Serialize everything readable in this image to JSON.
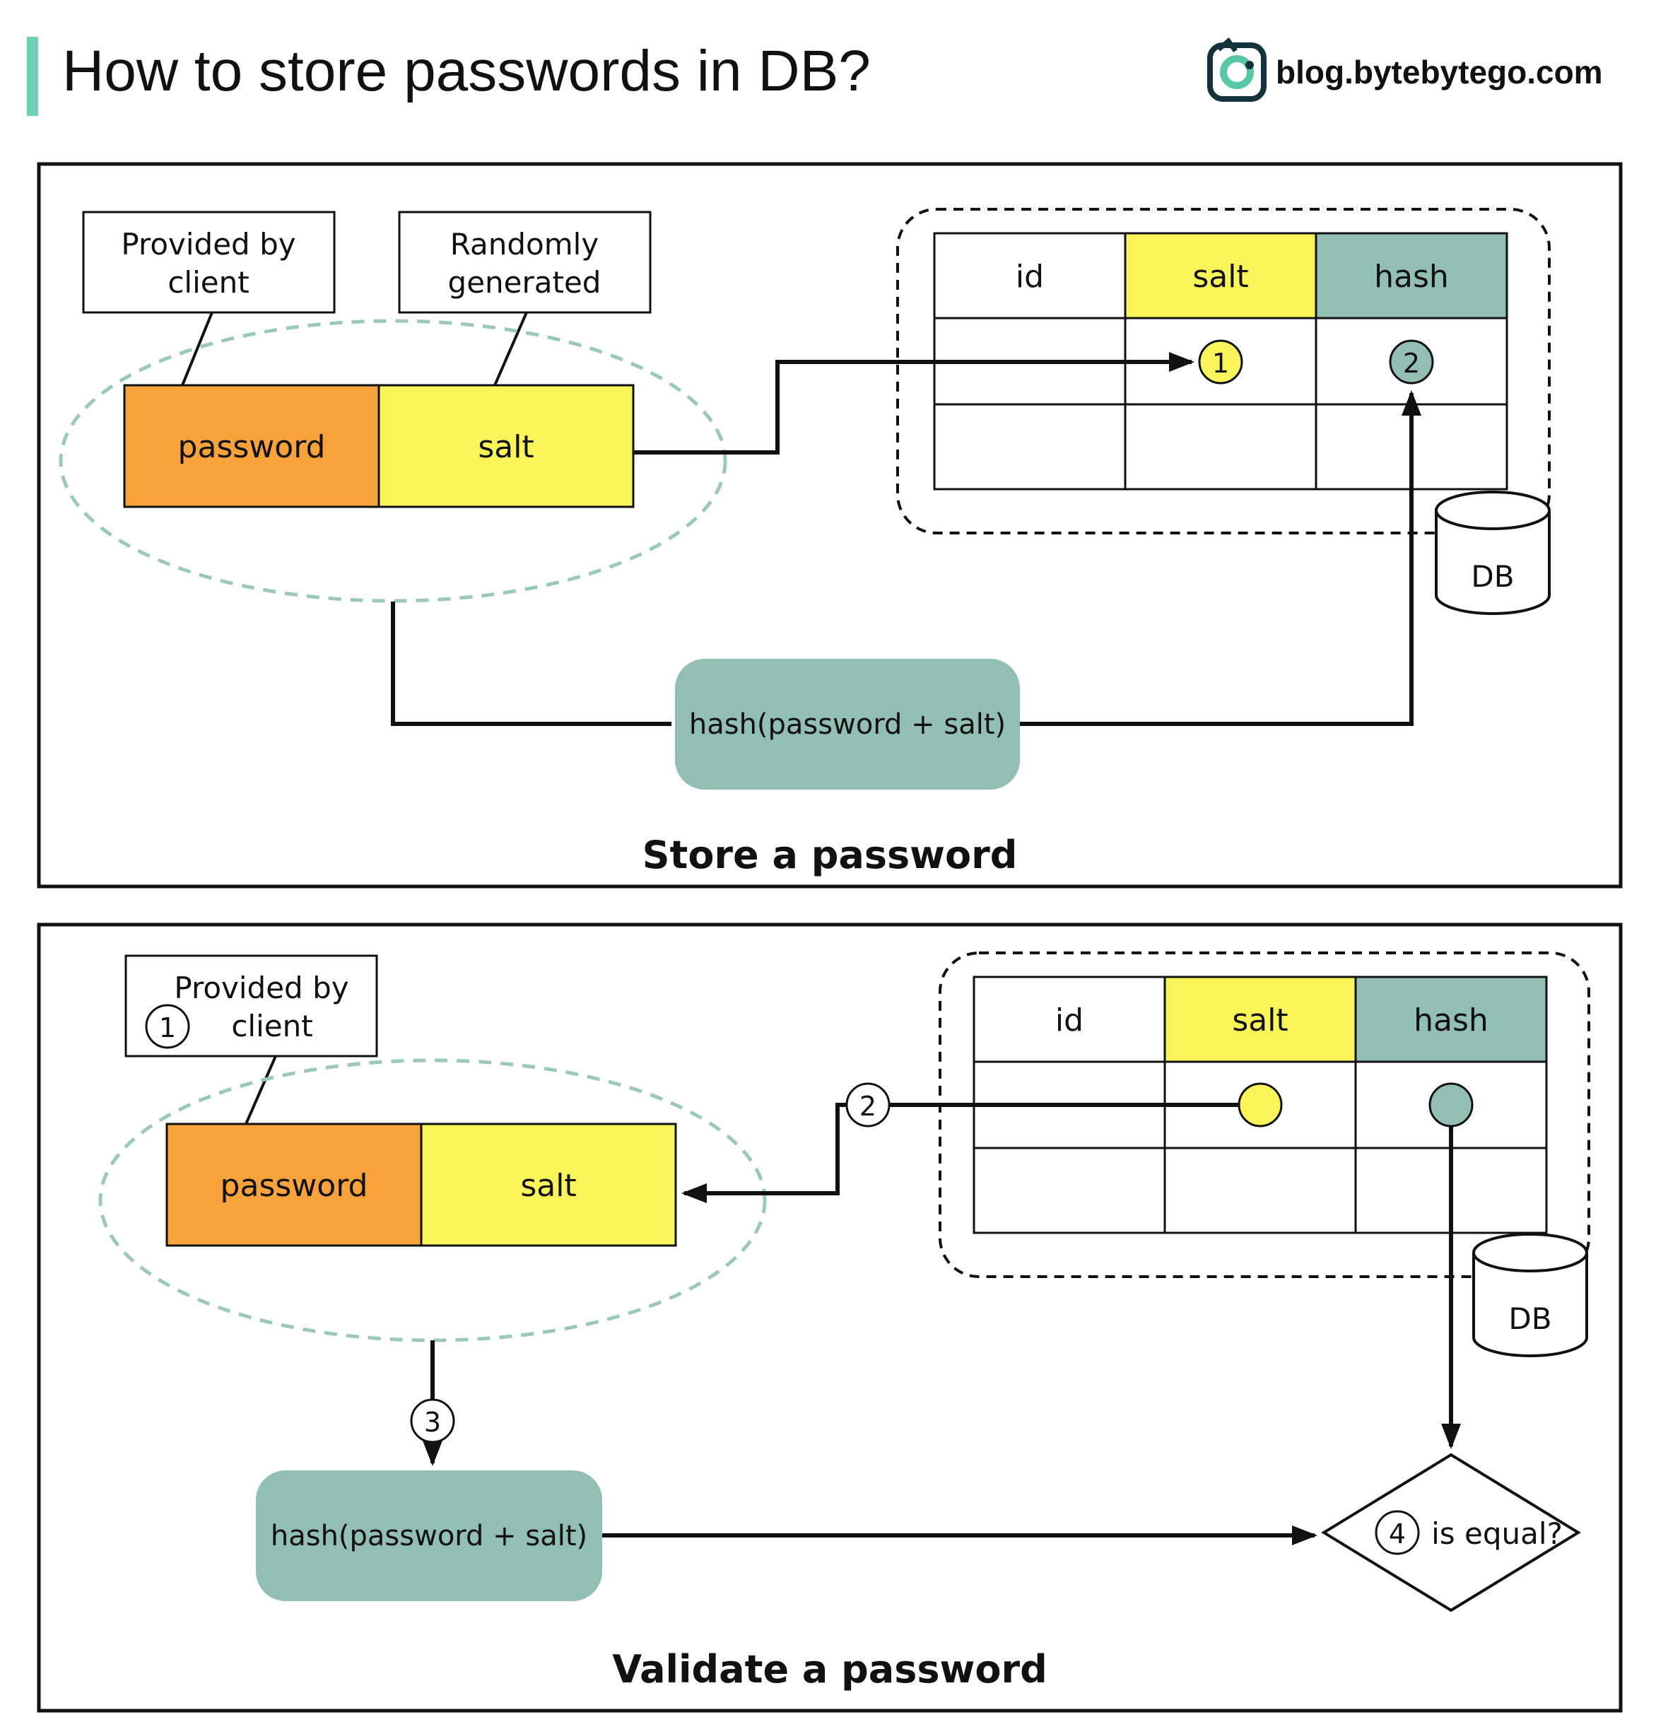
{
  "header": {
    "title": "How to store passwords in DB?",
    "site": "blog.bytebytego.com"
  },
  "colors": {
    "accent": "#6FCFB2",
    "orange": "#F7A23B",
    "yellow": "#FAF45B",
    "teal": "#93BFB2",
    "ellipse_stroke": "#9CC8B8",
    "white": "#FFFFFF"
  },
  "store": {
    "caption": "Store a password",
    "callout_client": {
      "line1": "Provided by",
      "line2": "client"
    },
    "callout_random": {
      "line1": "Randomly",
      "line2": "generated"
    },
    "password_label": "password",
    "salt_label": "salt",
    "hash_label": "hash(password + salt)",
    "db_label": "DB",
    "table_headers": {
      "id": "id",
      "salt": "salt",
      "hash": "hash"
    },
    "step1": "1",
    "step2": "2"
  },
  "validate": {
    "caption": "Validate a password",
    "callout_client": {
      "line1": "Provided by",
      "line2": "client"
    },
    "password_label": "password",
    "salt_label": "salt",
    "hash_label": "hash(password + salt)",
    "db_label": "DB",
    "table_headers": {
      "id": "id",
      "salt": "salt",
      "hash": "hash"
    },
    "step1": "1",
    "step2": "2",
    "step3": "3",
    "step4": "4",
    "is_equal": "is equal?"
  }
}
